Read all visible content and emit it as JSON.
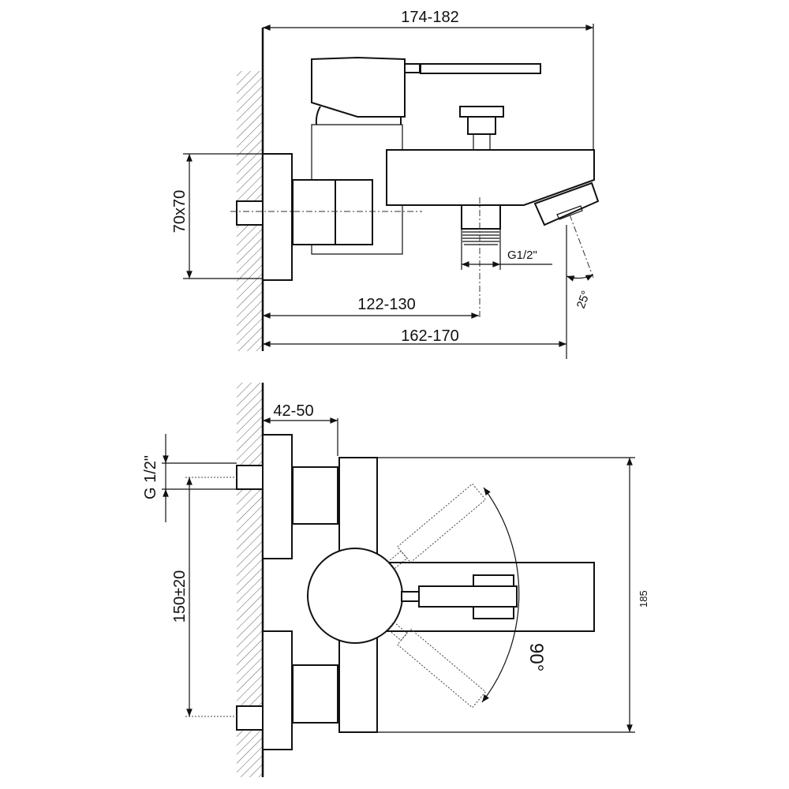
{
  "side_view": {
    "overall_length": "174-182",
    "flange_size": "70x70",
    "shower_thread": "G1/2\"",
    "to_shower_outlet": "122-130",
    "to_spout_outlet": "162-170",
    "spout_angle": "25°"
  },
  "top_view": {
    "wall_depth": "42-50",
    "inlet_thread": "G 1/2\"",
    "inlet_spacing": "150±20",
    "body_height": "185",
    "lever_rotation": "90°"
  },
  "colors": {
    "line": "#111111",
    "background": "#ffffff"
  }
}
